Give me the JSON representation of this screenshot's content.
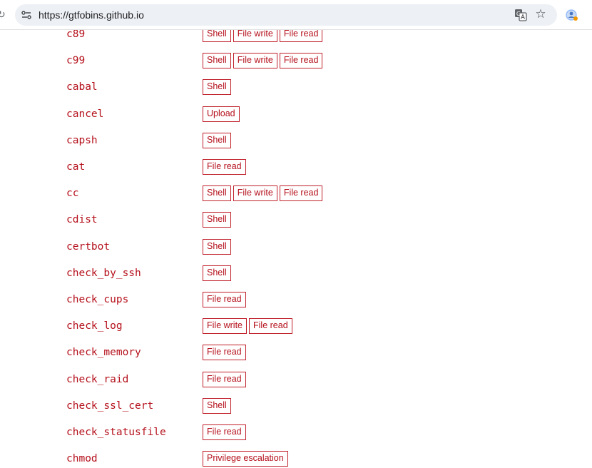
{
  "browser": {
    "url": "https://gtfobins.github.io"
  },
  "binaries": [
    {
      "name": "c89",
      "functions": [
        "Shell",
        "File write",
        "File read"
      ]
    },
    {
      "name": "c99",
      "functions": [
        "Shell",
        "File write",
        "File read"
      ]
    },
    {
      "name": "cabal",
      "functions": [
        "Shell"
      ]
    },
    {
      "name": "cancel",
      "functions": [
        "Upload"
      ]
    },
    {
      "name": "capsh",
      "functions": [
        "Shell"
      ]
    },
    {
      "name": "cat",
      "functions": [
        "File read"
      ]
    },
    {
      "name": "cc",
      "functions": [
        "Shell",
        "File write",
        "File read"
      ]
    },
    {
      "name": "cdist",
      "functions": [
        "Shell"
      ]
    },
    {
      "name": "certbot",
      "functions": [
        "Shell"
      ]
    },
    {
      "name": "check_by_ssh",
      "functions": [
        "Shell"
      ]
    },
    {
      "name": "check_cups",
      "functions": [
        "File read"
      ]
    },
    {
      "name": "check_log",
      "functions": [
        "File write",
        "File read"
      ]
    },
    {
      "name": "check_memory",
      "functions": [
        "File read"
      ]
    },
    {
      "name": "check_raid",
      "functions": [
        "File read"
      ]
    },
    {
      "name": "check_ssl_cert",
      "functions": [
        "Shell"
      ]
    },
    {
      "name": "check_statusfile",
      "functions": [
        "File read"
      ]
    },
    {
      "name": "chmod",
      "functions": [
        "Privilege escalation"
      ]
    }
  ]
}
